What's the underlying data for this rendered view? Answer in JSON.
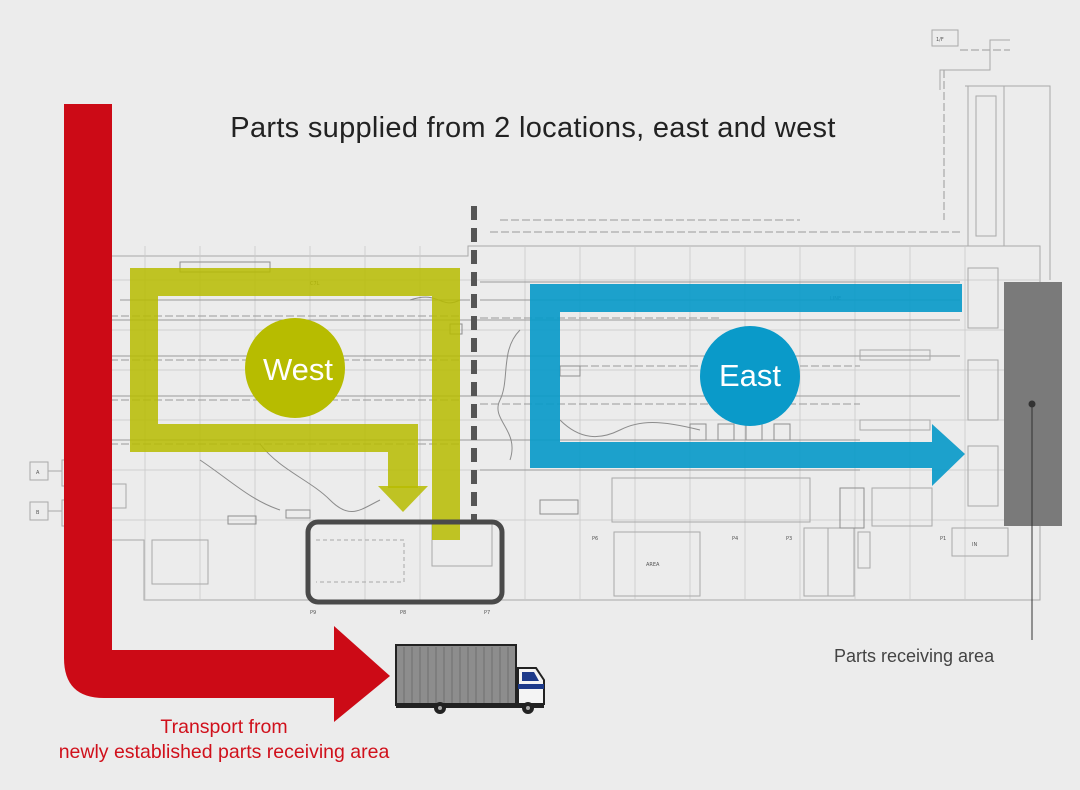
{
  "title": "Parts supplied from 2 locations, east and west",
  "zones": {
    "west": {
      "label": "West",
      "color": "#b7bc00"
    },
    "east": {
      "label": "East",
      "color": "#0a9ac9"
    }
  },
  "receiving_area": {
    "caption": "Parts receiving area",
    "color": "#7a7a7a"
  },
  "transport": {
    "line1": "Transport from",
    "line2": "newly established parts receiving area",
    "color": "#cc0a16"
  },
  "plan_labels": {
    "gate_a": "A",
    "gate_b": "B",
    "top_right_box": "1/F"
  }
}
